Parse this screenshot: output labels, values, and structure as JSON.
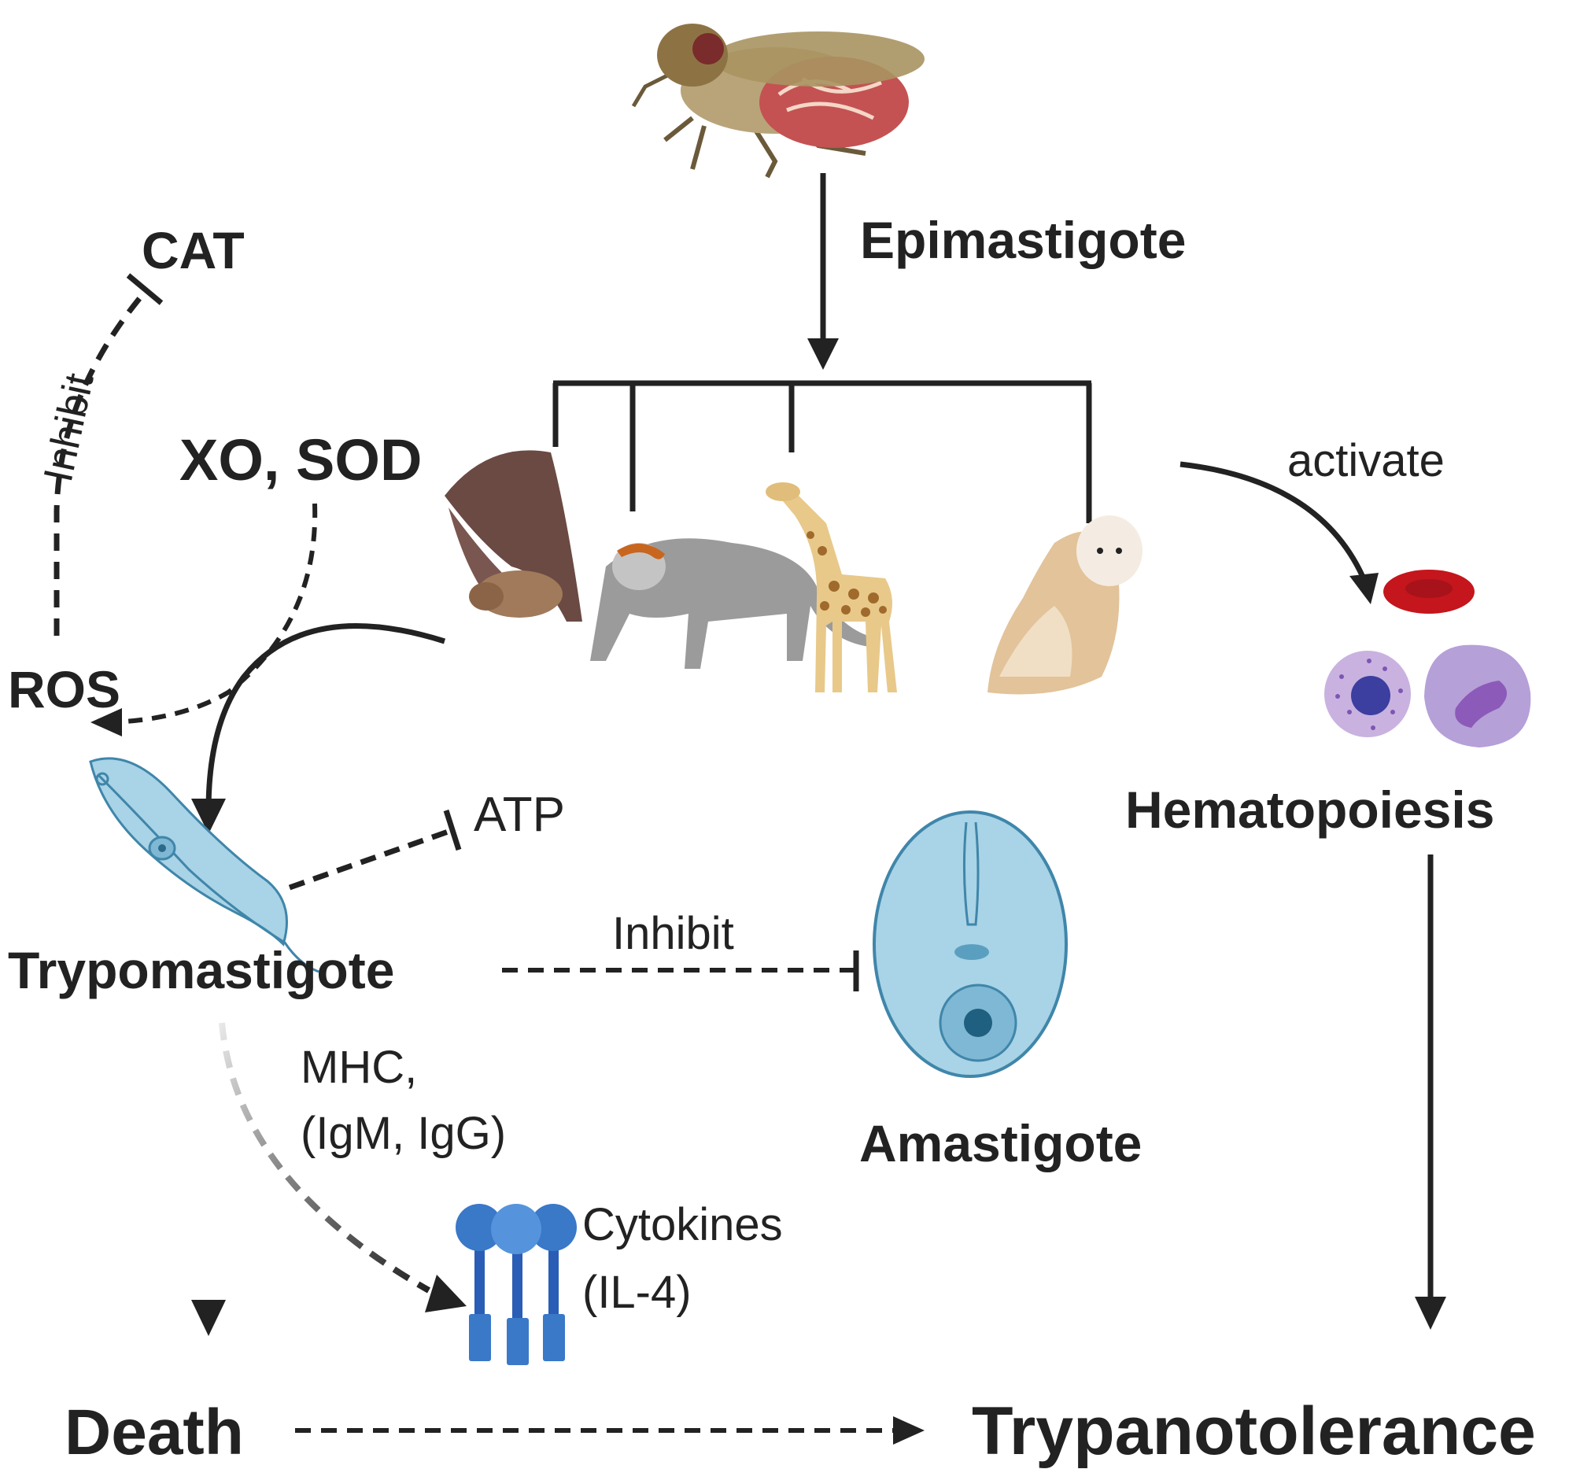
{
  "labels": {
    "epimastigote": "Epimastigote",
    "cat": "CAT",
    "inhibit_vertical": "Inhibit",
    "xo_sod": "XO, SOD",
    "activate": "activate",
    "ros": "ROS",
    "atp": "ATP",
    "hematopoiesis": "Hematopoiesis",
    "trypomastigote": "Trypomastigote",
    "inhibit_horizontal": "Inhibit",
    "mhc": "MHC,",
    "igm_igg": "(IgM, IgG)",
    "amastigote": "Amastigote",
    "cytokines": "Cytokines",
    "il4": "(IL-4)",
    "death": "Death",
    "trypanotolerance": "Trypanotolerance"
  },
  "icons": {
    "tsetse_fly": "tsetse-fly-icon",
    "bat": "bat-icon",
    "monkey": "monkey-icon",
    "giraffe": "giraffe-icon",
    "owl": "owl-icon",
    "red_blood_cell": "red-blood-cell-icon",
    "granulocyte": "granulocyte-icon",
    "monocyte": "monocyte-icon",
    "trypomastigote_cell": "trypomastigote-cell-icon",
    "amastigote_cell": "amastigote-cell-icon",
    "cytokine_receptor": "cytokine-receptor-icon"
  },
  "colors": {
    "line": "#222222",
    "parasite_fill": "#a9d3e6",
    "parasite_stroke": "#3f86aa",
    "receptor": "#3a78c8",
    "rbc": "#c4161c",
    "cell_purple": "#a78ad0"
  }
}
